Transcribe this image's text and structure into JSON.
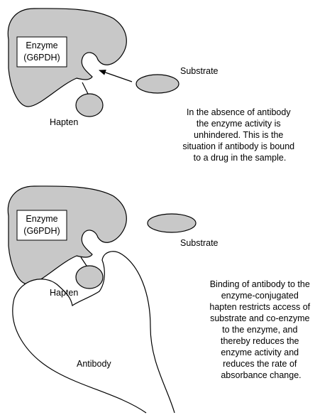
{
  "panel_top": {
    "enzyme_label": [
      "Enzyme",
      "(G6PDH)"
    ],
    "substrate_label": "Substrate",
    "hapten_label": "Hapten",
    "description": [
      "In the absence of antibody",
      "the enzyme activity is",
      "unhindered. This is the",
      "situation if antibody is bound",
      "to a drug in the sample."
    ]
  },
  "panel_bottom": {
    "enzyme_label": [
      "Enzyme",
      "(G6PDH)"
    ],
    "substrate_label": "Substrate",
    "hapten_label": "Hapten",
    "antibody_label": "Antibody",
    "description": [
      "Binding of antibody to the",
      "enzyme-conjugated",
      "hapten restricts access of",
      "substrate and co-enzyme",
      "to the enzyme, and",
      "thereby reduces the",
      "enzyme activity and",
      "reduces the rate of",
      "absorbance change."
    ]
  },
  "colors": {
    "shape_fill": "#c8c8c8",
    "outline": "#000000",
    "background": "#ffffff"
  }
}
